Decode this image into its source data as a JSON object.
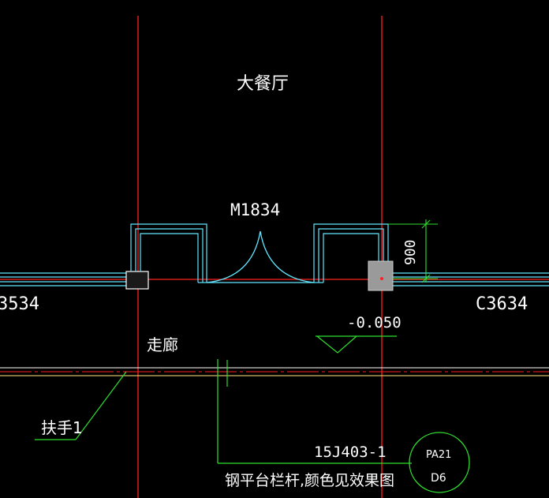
{
  "drawing": {
    "room_dining": "大餐厅",
    "door_label": "M1834",
    "window_left": "3534",
    "window_right": "C3634",
    "corridor": "走廊",
    "elevation": "-0.050",
    "dimension": "900",
    "handrail": "扶手1",
    "standard_ref": "15J403-1",
    "railing_note": "钢平台栏杆,颜色见效果图",
    "detail_top": "PA21",
    "detail_bottom": "D6"
  },
  "colors": {
    "background": "#000000",
    "axis_line": "#ff2020",
    "wall_line": "#5fe6ff",
    "leader_line": "#2ee02e",
    "text": "#ffffff",
    "column_fill": "#9a9a9a"
  }
}
